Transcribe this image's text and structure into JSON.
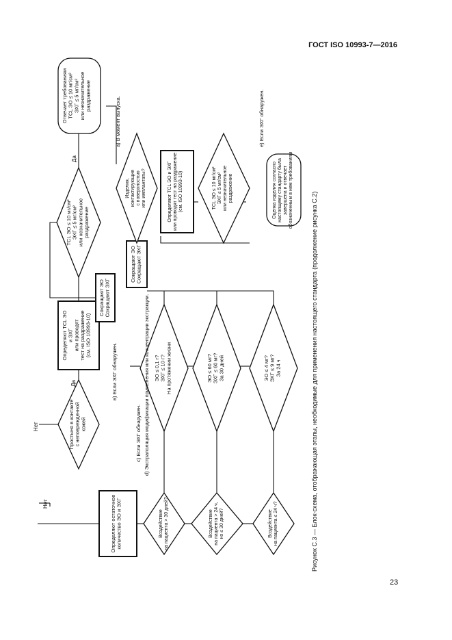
{
  "header": {
    "standard": "ГОСТ ISO 10993-7—2016"
  },
  "page_number": "23",
  "caption": "Рисунок С.3 — Блок-схема, отображающая этапы, необходимые для применения настоящего стандарта (продолжение рисунка С.2)",
  "labels": {
    "yes": "Да",
    "no": "Нет"
  },
  "nodes": {
    "decision_new": [
      "Простыня в контакте",
      "с неповрежденной",
      "кожей"
    ],
    "measure_tcl": [
      "Определяют TCL ЭО",
      "и ЭХГ",
      "или проводят",
      "тест на раздражение",
      "(см. ISO 10993-10)"
    ],
    "decision_tcl1": [
      "TCL ЭО ≤ 10 мг/см²",
      "ЭХГ ≤ 5 мг/см²",
      "или незначительное",
      "раздражение"
    ],
    "meets_req": [
      "Отвечает требованиям",
      "TCL ЭО ≤ 10 мг/см²",
      "ЭХГ ≤ 5 мг/см²",
      "или незначительное",
      "раздражение"
    ],
    "reduce1": [
      "Сокращают ЭО",
      "Сокращают ЭХГ"
    ],
    "measure_residual": [
      "Определяют остаточное",
      "количество ЭО и ЭХГ"
    ],
    "expo_lt": [
      "Воздействие",
      "на пациента > 30 дней?"
    ],
    "expo_mid": [
      "Воздействие",
      "на пациента > 24 ч,",
      "но ≤ 30 дней?"
    ],
    "expo_24": [
      "Воздействие",
      "на пациента ≤ 24 ч?"
    ],
    "limit_lt": [
      "ЭО ≤ 0,1 г?",
      "ЭХГ ≤ 10 г?",
      "На протяжении жизни"
    ],
    "limit_mid": [
      "ЭО ≤ 60 мг?",
      "ЭХГ ≤ 60 мг?",
      "За 30 дней"
    ],
    "limit_24": [
      "ЭО ≤ 4 мг?",
      "ЭХГ ≤ 9 мг?",
      "За 24 ч"
    ],
    "reduce2": [
      "Сокращают ЭО",
      "Сокращают ЭХГ"
    ],
    "decision_irritant": [
      "Изделия,",
      "контактирующие",
      "с поверхностью",
      "или имплантаты?"
    ],
    "measure_tcl2": [
      "Определяют TCL ЭО и ЭХГ",
      "или проводят тест на раздражение",
      "(см. ISO 10993-10)"
    ],
    "decision_tcl2": [
      "TCL ЭО ≤ 10 мг/см²",
      "ЭХГ ≤ 5 мг/см²",
      "или незначительное",
      "раздражение"
    ],
    "final": [
      "Оценка изделия согласно",
      "настоящему стандарту была",
      "завершена и отвечает",
      "обозначенным в нем требованиям"
    ]
  },
  "footnotes": {
    "a": "а) В момент выпуска.",
    "b": "в) Если ЭХГ обнаружен.",
    "c": "с) Если ЭХГ обнаружен.",
    "d": "d) Экстраполяция модификации применения или концентрации экстракции.",
    "e": "е) Если ЭХГ обнаружен."
  }
}
